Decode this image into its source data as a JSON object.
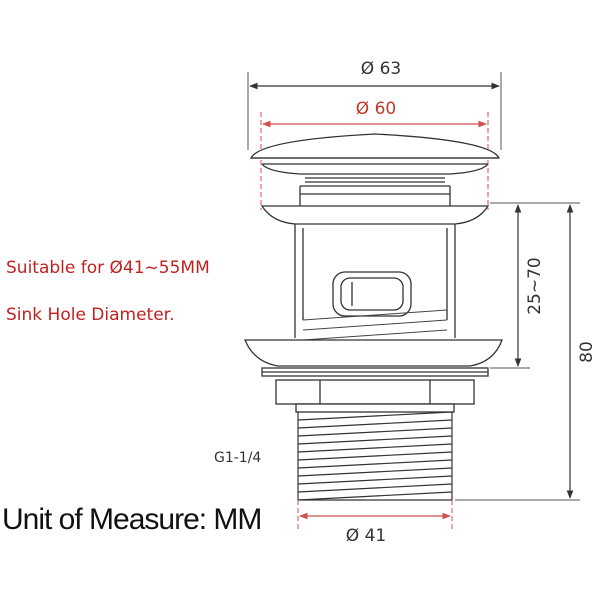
{
  "dimensions": {
    "top_diameter": "Ø 63",
    "cap_diameter": "Ø 60",
    "body_diameter": "Ø 41",
    "adjust_range": "25~70",
    "total_height": "80"
  },
  "notes": {
    "suitable_line1": "Suitable for Ø41~55MM",
    "suitable_line2": "Sink Hole Diameter.",
    "thread_size": "G1-1/4",
    "unit": "Unit of Measure: MM"
  },
  "colors": {
    "line": "#333333",
    "accent_red": "#c0221f",
    "dimension_red": "#e07070"
  }
}
